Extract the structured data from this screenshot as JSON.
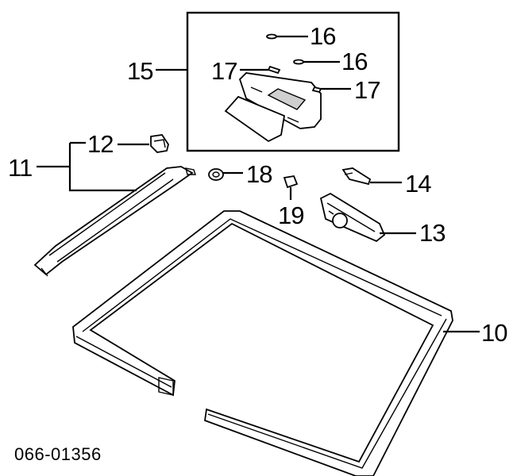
{
  "diagram": {
    "callouts": {
      "c10": "10",
      "c11": "11",
      "c12": "12",
      "c13": "13",
      "c14": "14",
      "c15": "15",
      "c16a": "16",
      "c16b": "16",
      "c17a": "17",
      "c17b": "17",
      "c18": "18",
      "c19": "19"
    },
    "diagram_code": "066-01356"
  }
}
